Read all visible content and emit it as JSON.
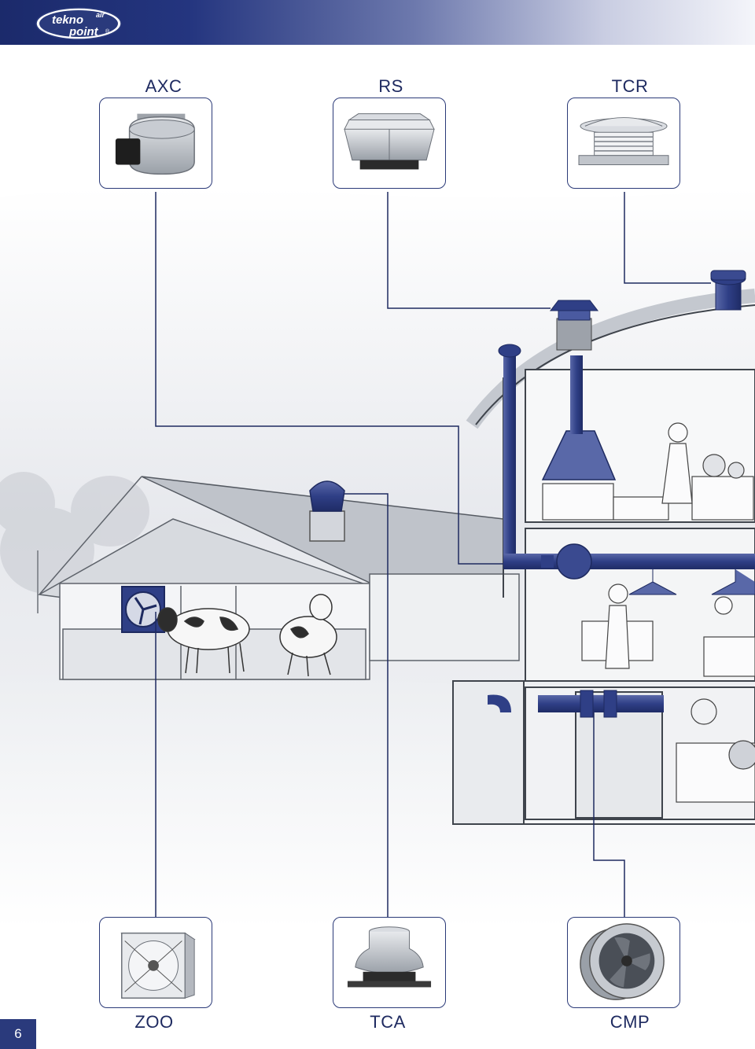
{
  "header": {
    "logo_top": "tekno",
    "logo_air": "air",
    "logo_bottom": "point",
    "logo_mark": "®"
  },
  "products": {
    "axc": {
      "label": "AXC",
      "icon": "inline-duct-fan-icon"
    },
    "rs": {
      "label": "RS",
      "icon": "roof-square-fan-icon"
    },
    "tcr": {
      "label": "TCR",
      "icon": "roof-round-fan-icon"
    },
    "zoo": {
      "label": "ZOO",
      "icon": "box-wall-fan-icon"
    },
    "tca": {
      "label": "TCA",
      "icon": "roof-cap-fan-icon"
    },
    "cmp": {
      "label": "CMP",
      "icon": "axial-cased-fan-icon"
    }
  },
  "page_number": "6",
  "colors": {
    "accent": "#2a3a7c",
    "duct_blue": "#2f3f86",
    "line": "#1e2a60"
  }
}
